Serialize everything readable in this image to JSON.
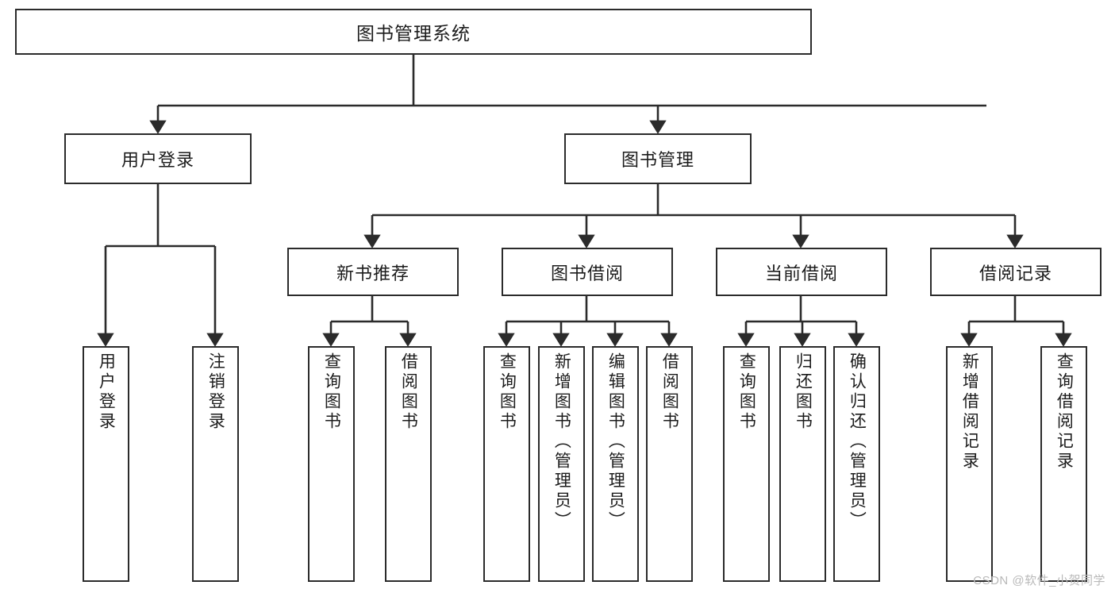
{
  "diagram": {
    "title": "图书管理系统",
    "type": "hierarchy-tree",
    "root": {
      "label": "图书管理系统"
    },
    "level2": [
      {
        "label": "用户登录"
      },
      {
        "label": "图书管理"
      }
    ],
    "level3": [
      {
        "label": "新书推荐"
      },
      {
        "label": "图书借阅"
      },
      {
        "label": "当前借阅"
      },
      {
        "label": "借阅记录"
      }
    ],
    "leaves": [
      {
        "label": "用户登录",
        "parent": "用户登录"
      },
      {
        "label": "注销登录",
        "parent": "用户登录"
      },
      {
        "label": "查询图书",
        "parent": "新书推荐"
      },
      {
        "label": "借阅图书",
        "parent": "新书推荐"
      },
      {
        "label": "查询图书",
        "parent": "图书借阅"
      },
      {
        "label": "新增图书（管理员）",
        "parent": "图书借阅"
      },
      {
        "label": "编辑图书（管理员）",
        "parent": "图书借阅"
      },
      {
        "label": "借阅图书",
        "parent": "图书借阅"
      },
      {
        "label": "查询图书",
        "parent": "当前借阅"
      },
      {
        "label": "归还图书",
        "parent": "当前借阅"
      },
      {
        "label": "确认归还（管理员）",
        "parent": "当前借阅"
      },
      {
        "label": "新增借阅记录",
        "parent": "借阅记录"
      },
      {
        "label": "查询借阅记录",
        "parent": "借阅记录"
      }
    ]
  },
  "watermark": {
    "text": "CSDN @软件_小贺同学"
  },
  "colors": {
    "stroke": "#2b2b2b",
    "fill": "#ffffff",
    "text": "#1c1c1c",
    "watermark": "#b9b9b9"
  }
}
